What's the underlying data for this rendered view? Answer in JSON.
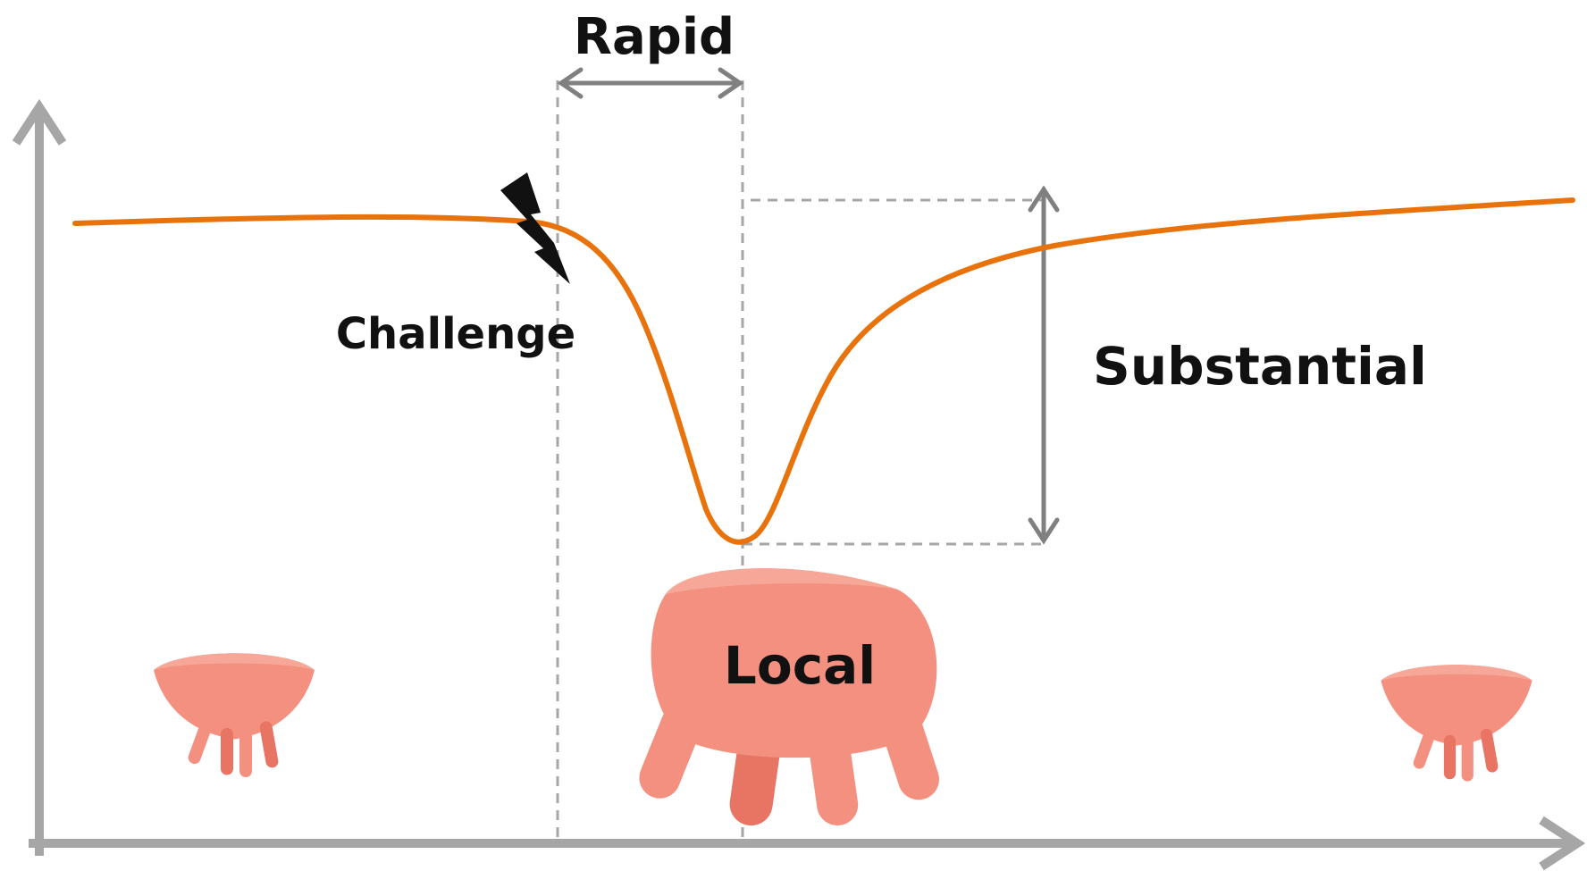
{
  "labels": {
    "rapid": "Rapid",
    "challenge": "Challenge",
    "substantial": "Substantial",
    "local": "Local"
  },
  "icons": {
    "challenge_marker": "lightning-bolt-icon",
    "udder": "udder-icon"
  },
  "colors": {
    "curve": "#E8730C",
    "axes": "#A6A6A6",
    "guides": "#A6A6A6",
    "arrows": "#808080",
    "bolt": "#111111",
    "udder": "#F4907F",
    "udder_shade": "#E87464",
    "text": "#111111"
  }
}
